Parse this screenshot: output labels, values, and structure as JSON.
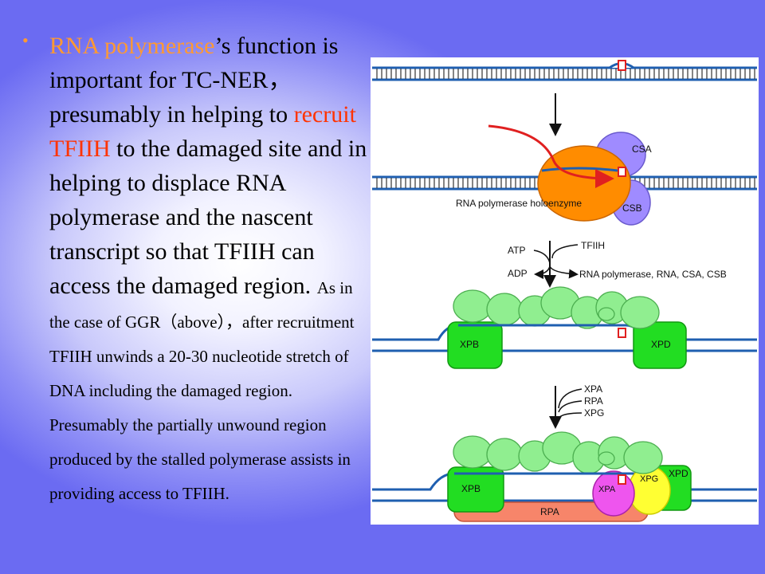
{
  "slide": {
    "bullet": "•",
    "text_segments": {
      "t1": "RNA polymerase",
      "t2": "’s function is important for TC-NER，presumably in helping to ",
      "t3": "recruit TFIIH",
      "t4": " to the damaged site and in helping to displace RNA polymerase and the nascent transcript so that TFIIH can access the damaged region. ",
      "t5": "As in the case of GGR（above），after recruitment TFIIH unwinds a 20-30 nucleotide stretch of DNA including the damaged region. Presumably the partially unwound region produced by the stalled polymerase assists in providing access to TFIIH."
    }
  },
  "figure": {
    "labels": {
      "csa": "CSA",
      "csb": "CSB",
      "holoenzyme": "RNA polymerase holoenzyme",
      "atp": "ATP",
      "adp": "ADP",
      "tfiih": "TFIIH",
      "released": "RNA polymerase, RNA, CSA, CSB",
      "xpb": "XPB",
      "xpd": "XPD",
      "xpa_in": "XPA",
      "rpa_in": "RPA",
      "xpg_in": "XPG",
      "xpb2": "XPB",
      "xpa2": "XPA",
      "xpg2": "XPG",
      "xpd2": "XPD",
      "rpa2": "RPA"
    },
    "colors": {
      "dna": "#1f5fb0",
      "lesion": "#e02020",
      "polymerase": "#ff8c00",
      "csa_csb": "#9f8bff",
      "tfiih_core": "#90ee90",
      "helicase": "#22dd22",
      "xpa": "#ee55ee",
      "xpg": "#ffff33",
      "rpa": "#f7856a"
    }
  }
}
